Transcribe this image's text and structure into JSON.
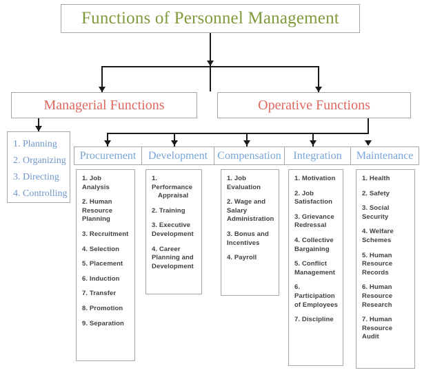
{
  "title": {
    "text": "Functions of Personnel Management"
  },
  "level2": {
    "managerial_label": "Managerial Functions",
    "operative_label": "Operative Functions"
  },
  "managerial_functions": {
    "items": [
      "1. Planning",
      "2. Organizing",
      "3. Directing",
      "4. Controlling"
    ]
  },
  "operative_functions": {
    "columns": [
      {
        "header": "Procurement",
        "items": [
          [
            "1. Job Analysis"
          ],
          [
            "2. Human",
            "Resource",
            "Planning"
          ],
          [
            "3. Recruitment"
          ],
          [
            "4. Selection"
          ],
          [
            "5. Placement"
          ],
          [
            "6. Induction"
          ],
          [
            "7. Transfer"
          ],
          [
            "8. Promotion"
          ],
          [
            "9. Separation"
          ]
        ]
      },
      {
        "header": "Development",
        "items": [
          [
            "1. Performance",
            "Appraisal"
          ],
          [
            "2. Training"
          ],
          [
            "3. Executive",
            "Development"
          ],
          [
            "4. Career",
            "Planning and",
            "Development"
          ]
        ]
      },
      {
        "header": "Compensation",
        "items": [
          [
            "1. Job",
            "Evaluation"
          ],
          [
            "2. Wage and",
            "Salary",
            "Administration"
          ],
          [
            "3. Bonus and",
            "Incentives"
          ],
          [
            "4. Payroll"
          ]
        ]
      },
      {
        "header": "Integration",
        "items": [
          [
            "1. Motivation"
          ],
          [
            "2. Job",
            "Satisfaction"
          ],
          [
            "3. Grievance",
            "Redressal"
          ],
          [
            "4. Collective",
            "Bargaining"
          ],
          [
            "5. Conflict",
            "Management"
          ],
          [
            "6. Participation",
            "of Employees"
          ],
          [
            "7. Discipline"
          ]
        ]
      },
      {
        "header": "Maintenance",
        "items": [
          [
            "1. Health"
          ],
          [
            "2. Safety"
          ],
          [
            "3. Social",
            "Security"
          ],
          [
            "4. Welfare",
            "Schemes"
          ],
          [
            "5. Human",
            "Resource",
            "Records"
          ],
          [
            "6. Human",
            "Resource",
            "Research"
          ],
          [
            "7. Human",
            "Resource Audit"
          ]
        ]
      }
    ]
  },
  "colors": {
    "title_text": "#7f9a3c",
    "level2_text": "#e0685f",
    "managerial_item_text": "#6f97c9",
    "op_header_text": "#76a5d8",
    "op_item_text": "#3f3f3f",
    "box_border": "#a6a6a6",
    "connector": "#1a1a1a",
    "background": "#ffffff"
  }
}
